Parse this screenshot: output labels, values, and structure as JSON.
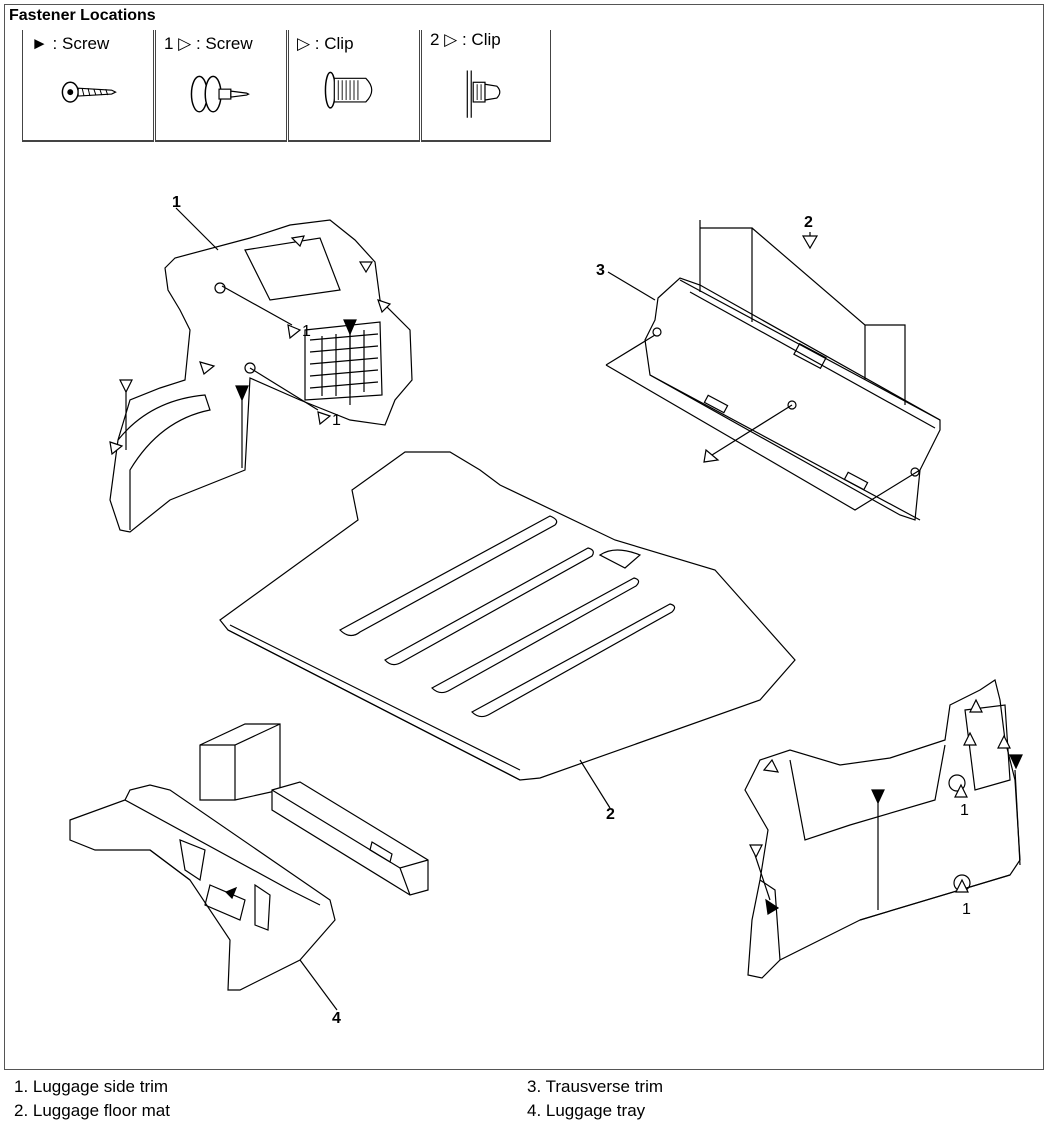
{
  "header": {
    "title": "Fastener Locations"
  },
  "fasteners": [
    {
      "symbol": "►",
      "label": " : Screw",
      "icon": "screw-icon"
    },
    {
      "symbol": "1 ▷",
      "label": " : Screw",
      "icon": "screw-with-washer-icon"
    },
    {
      "symbol": "▷",
      "label": " : Clip",
      "icon": "clip-icon"
    },
    {
      "symbol": "2 ▷",
      "label": " : Clip",
      "icon": "retainer-clip-icon"
    }
  ],
  "callouts": {
    "n1": "1",
    "n2_top": "2",
    "n3": "3",
    "n2_mat": "2",
    "n4": "4",
    "f1a": "1",
    "f1b": "1",
    "f1c": "1",
    "f1d": "1"
  },
  "legend": {
    "item1": "1. Luggage side trim",
    "item2": "2. Luggage floor mat",
    "item3": "3. Trausverse trim",
    "item4": "4. Luggage  tray"
  }
}
